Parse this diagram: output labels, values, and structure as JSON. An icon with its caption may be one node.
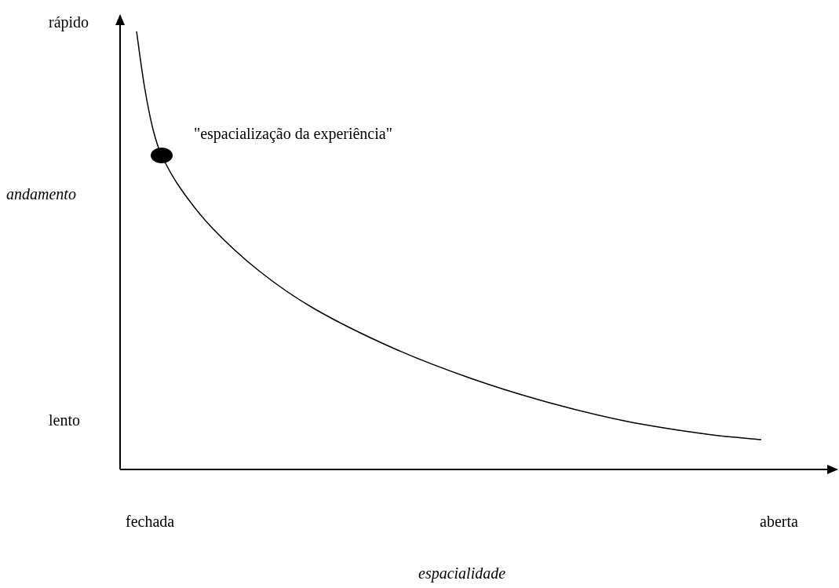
{
  "diagram": {
    "labels": [
      "rápido",
      "\"espacialização da experiência\"",
      "andamento",
      "lento",
      "fechada",
      "aberta",
      "espacialidade"
    ]
  }
}
